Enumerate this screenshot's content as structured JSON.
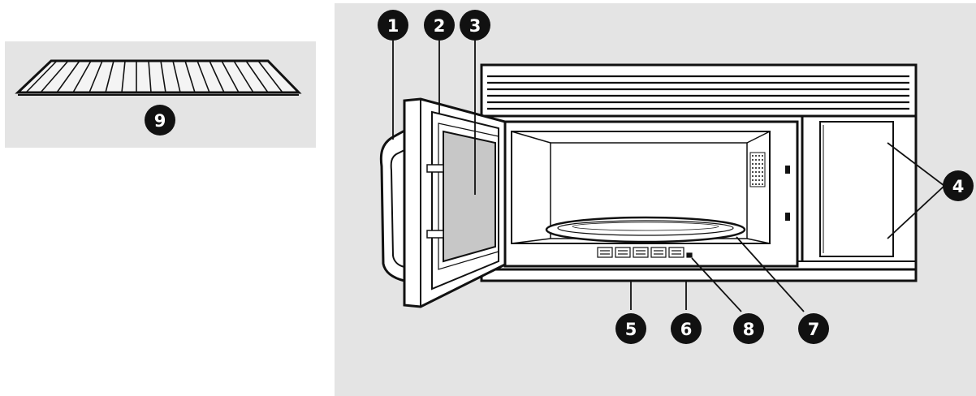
{
  "callouts": [
    {
      "id": "1",
      "label": "1",
      "part": "door-handle"
    },
    {
      "id": "2",
      "label": "2",
      "part": "door-frame"
    },
    {
      "id": "3",
      "label": "3",
      "part": "door-window"
    },
    {
      "id": "4",
      "label": "4",
      "part": "control-panel"
    },
    {
      "id": "5",
      "label": "5",
      "part": "underside-left"
    },
    {
      "id": "6",
      "label": "6",
      "part": "underside-right"
    },
    {
      "id": "7",
      "label": "7",
      "part": "turntable"
    },
    {
      "id": "8",
      "label": "8",
      "part": "vent-grille"
    },
    {
      "id": "9",
      "label": "9",
      "part": "wire-rack"
    }
  ],
  "colors": {
    "panel_background": "#e4e4e4",
    "line": "#111111",
    "callout_fill": "#111111",
    "callout_text": "#ffffff"
  }
}
